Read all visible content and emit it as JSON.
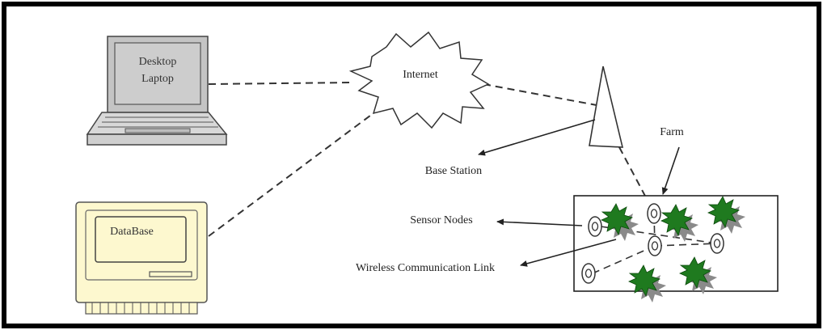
{
  "labels": {
    "desktop_line1": "Desktop",
    "desktop_line2": "Laptop",
    "internet": "Internet",
    "database": "DataBase",
    "base_station": "Base Station",
    "farm": "Farm",
    "sensor_nodes": "Sensor Nodes",
    "wireless_link": "Wireless Communication Link"
  },
  "colors": {
    "frame": "#000000",
    "laptop_screen": "#c4c4c4",
    "laptop_body": "#d8d8d8",
    "database_body": "#fdf8cf",
    "plant_leaf": "#1f7a1f",
    "plant_shadow": "#8a8a8a"
  },
  "icons": [
    "laptop-icon",
    "internet-cloud-icon",
    "database-computer-icon",
    "antenna-tower-icon",
    "sensor-node-icon",
    "plant-icon"
  ]
}
